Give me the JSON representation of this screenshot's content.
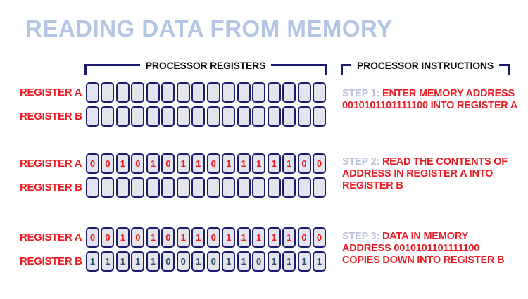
{
  "title": "READING DATA FROM MEMORY",
  "headers": {
    "registers": "PROCESSOR REGISTERS",
    "instructions": "PROCESSOR INSTRUCTIONS"
  },
  "colors": {
    "title_blue": "#b2c5e5",
    "step_prefix_blue": "#b9c3da",
    "red": "#ed1c24",
    "navy": "#1b1b70",
    "cell_fill": "#e4e4ec",
    "register_b_digit_blue": "#2d4f6e"
  },
  "memory_address": "0010101101111100",
  "groups": [
    {
      "rows": [
        {
          "label": "REGISTER A",
          "digit_style": "red",
          "bits": [
            "",
            "",
            "",
            "",
            "",
            "",
            "",
            "",
            "",
            "",
            "",
            "",
            "",
            "",
            "",
            ""
          ]
        },
        {
          "label": "REGISTER B",
          "digit_style": "blue",
          "bits": [
            "",
            "",
            "",
            "",
            "",
            "",
            "",
            "",
            "",
            "",
            "",
            "",
            "",
            "",
            "",
            ""
          ]
        }
      ],
      "step": {
        "prefix": "STEP 1:",
        "text": "ENTER MEMORY ADDRESS 0010101101111100 INTO REGISTER A"
      }
    },
    {
      "rows": [
        {
          "label": "REGISTER A",
          "digit_style": "red",
          "bits": [
            "0",
            "0",
            "1",
            "0",
            "1",
            "0",
            "1",
            "1",
            "0",
            "1",
            "1",
            "1",
            "1",
            "1",
            "0",
            "0"
          ]
        },
        {
          "label": "REGISTER B",
          "digit_style": "blue",
          "bits": [
            "",
            "",
            "",
            "",
            "",
            "",
            "",
            "",
            "",
            "",
            "",
            "",
            "",
            "",
            "",
            ""
          ]
        }
      ],
      "step": {
        "prefix": "STEP 2:",
        "text": "READ THE CONTENTS OF ADDRESS IN REGISTER A INTO REGISTER B"
      }
    },
    {
      "rows": [
        {
          "label": "REGISTER A",
          "digit_style": "red",
          "bits": [
            "0",
            "0",
            "1",
            "0",
            "1",
            "0",
            "1",
            "1",
            "0",
            "1",
            "1",
            "1",
            "1",
            "1",
            "0",
            "0"
          ]
        },
        {
          "label": "REGISTER B",
          "digit_style": "blue",
          "bits": [
            "1",
            "1",
            "1",
            "1",
            "1",
            "0",
            "0",
            "1",
            "0",
            "1",
            "1",
            "0",
            "1",
            "1",
            "1",
            "1"
          ]
        }
      ],
      "step": {
        "prefix": "STEP 3:",
        "text": "DATA IN MEMORY ADDRESS 0010101101111100 COPIES DOWN INTO REGISTER B"
      }
    }
  ]
}
